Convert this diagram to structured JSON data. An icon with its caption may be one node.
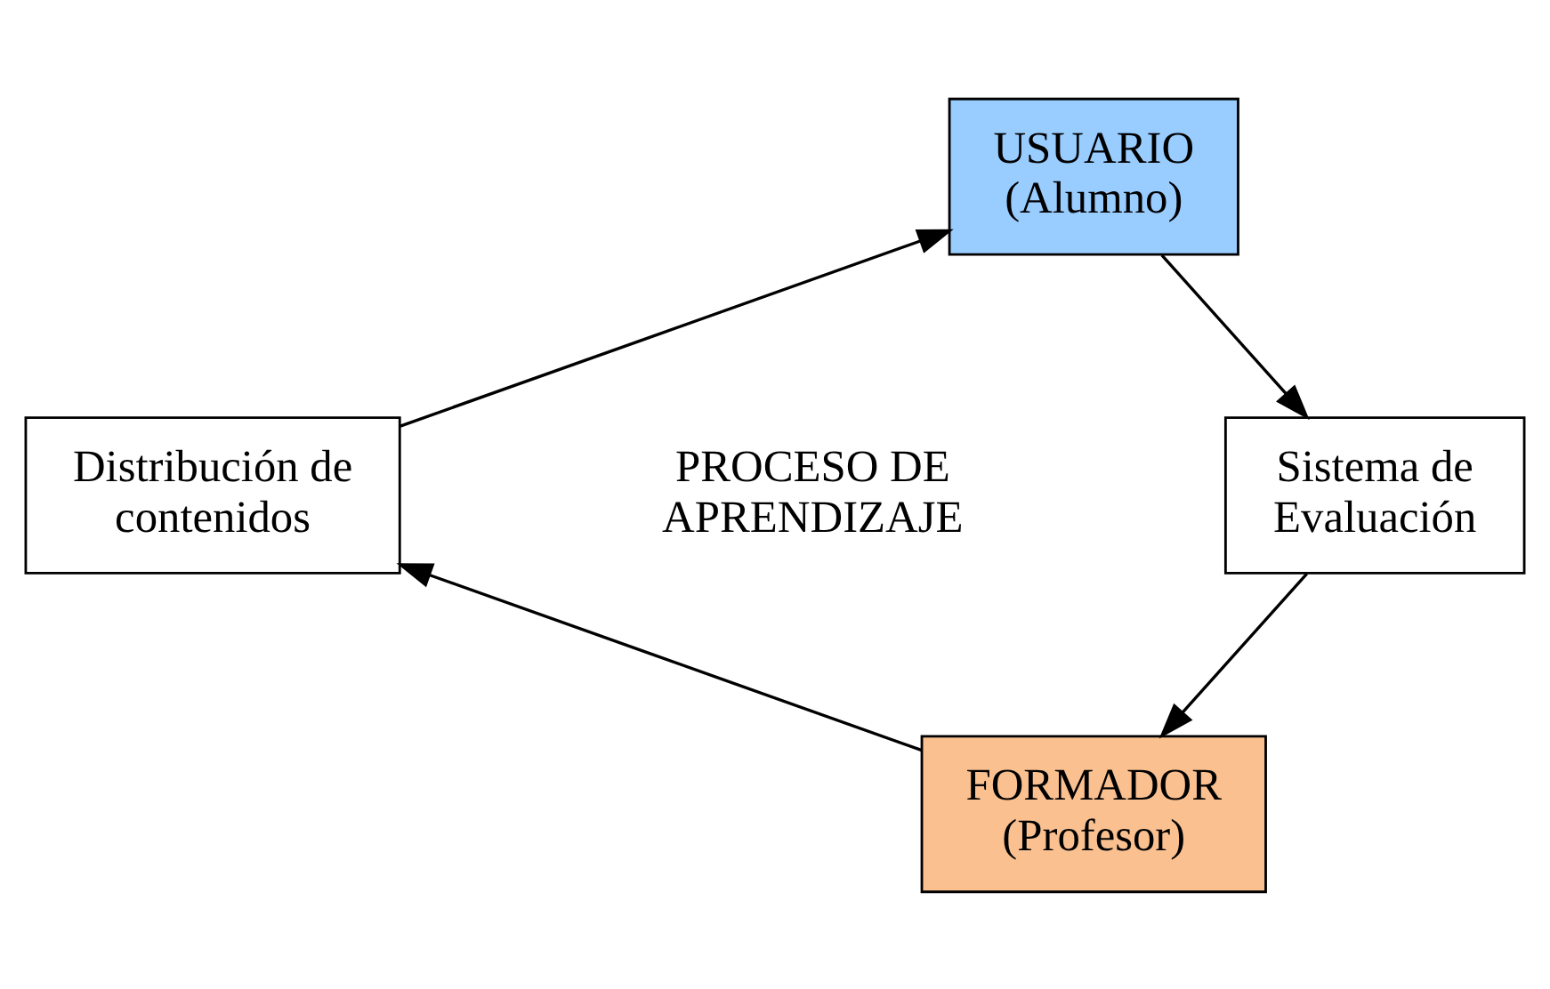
{
  "diagram": {
    "nodes": [
      {
        "text": [
          "USUARIO",
          "(Alumno)"
        ]
      },
      {
        "text": [
          "Sistema de Evaluación"
        ]
      },
      {
        "text": [
          "FORMADOR",
          "(Profesor)"
        ]
      },
      {
        "text": [
          "Distribución de contenidos"
        ]
      }
    ],
    "edges": [
      {
        "from": 0,
        "to": 1,
        "arrow": "to"
      },
      {
        "from": 1,
        "to": 2,
        "arrow": "to"
      },
      {
        "from": 2,
        "to": 3,
        "arrow": "to"
      },
      {
        "from": 3,
        "to": 0,
        "arrow": "to"
      }
    ],
    "labels": [
      "PROCESO DE APRENDIZAJE"
    ]
  }
}
